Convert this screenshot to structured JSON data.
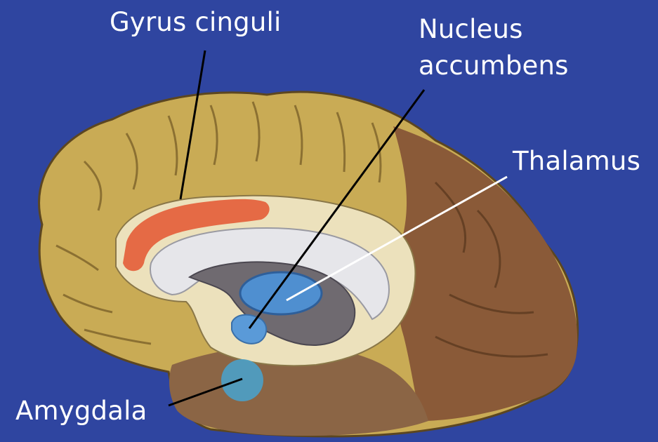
{
  "diagram": {
    "labels": {
      "gyrus_cinguli": "Gyrus cinguli",
      "nucleus_accumbens_line1": "Nucleus",
      "nucleus_accumbens_line2": "accumbens",
      "thalamus": "Thalamus",
      "amygdala": "Amygdala"
    },
    "colors": {
      "background": "#2f45a0",
      "frontal_parietal_lobe": "#c9ab55",
      "occipital_lobe": "#8a5a38",
      "temporal_lobe": "#8b6545",
      "inner_cortex": "#ece1bc",
      "corpus_callosum": "#e6e6ea",
      "ventricle": "#6f6a70",
      "cingulate_highlight": "#e5633e",
      "thalamus_highlight": "#4f8fd0",
      "accumbens_highlight": "#5a9ad8",
      "amygdala_highlight": "#4aa0c8"
    }
  }
}
